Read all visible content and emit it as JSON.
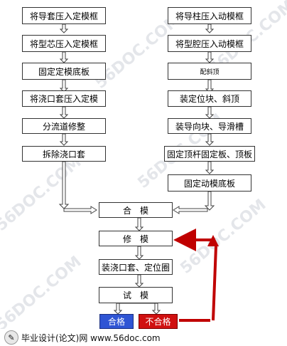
{
  "left_column": [
    "将导套压入定模框",
    "将型芯压入定模框",
    "固定定模底板",
    "将浇口套压入定模",
    "分流道修整",
    "拆除浇口套"
  ],
  "right_column": [
    "将导柱压入动模框",
    "将型腔压入动模框",
    "配斜顶",
    "装定位块、斜顶",
    "装导向块、导滑槽",
    "固定顶杆固定板、顶板",
    "固定动模底板"
  ],
  "center_column": [
    "合　模",
    "修　模",
    "装浇口套、定位圈",
    "试　模"
  ],
  "result": {
    "pass": "合格",
    "fail": "不合格"
  },
  "watermark": {
    "domain_text": "56DOC.COM"
  },
  "footer": {
    "icon": "document-icon",
    "text": "毕业设计(论文)网 www.56doc.com"
  },
  "colors": {
    "pass": "#2f55d4",
    "fail": "#d01010",
    "feedback_arrow": "#c00000"
  }
}
